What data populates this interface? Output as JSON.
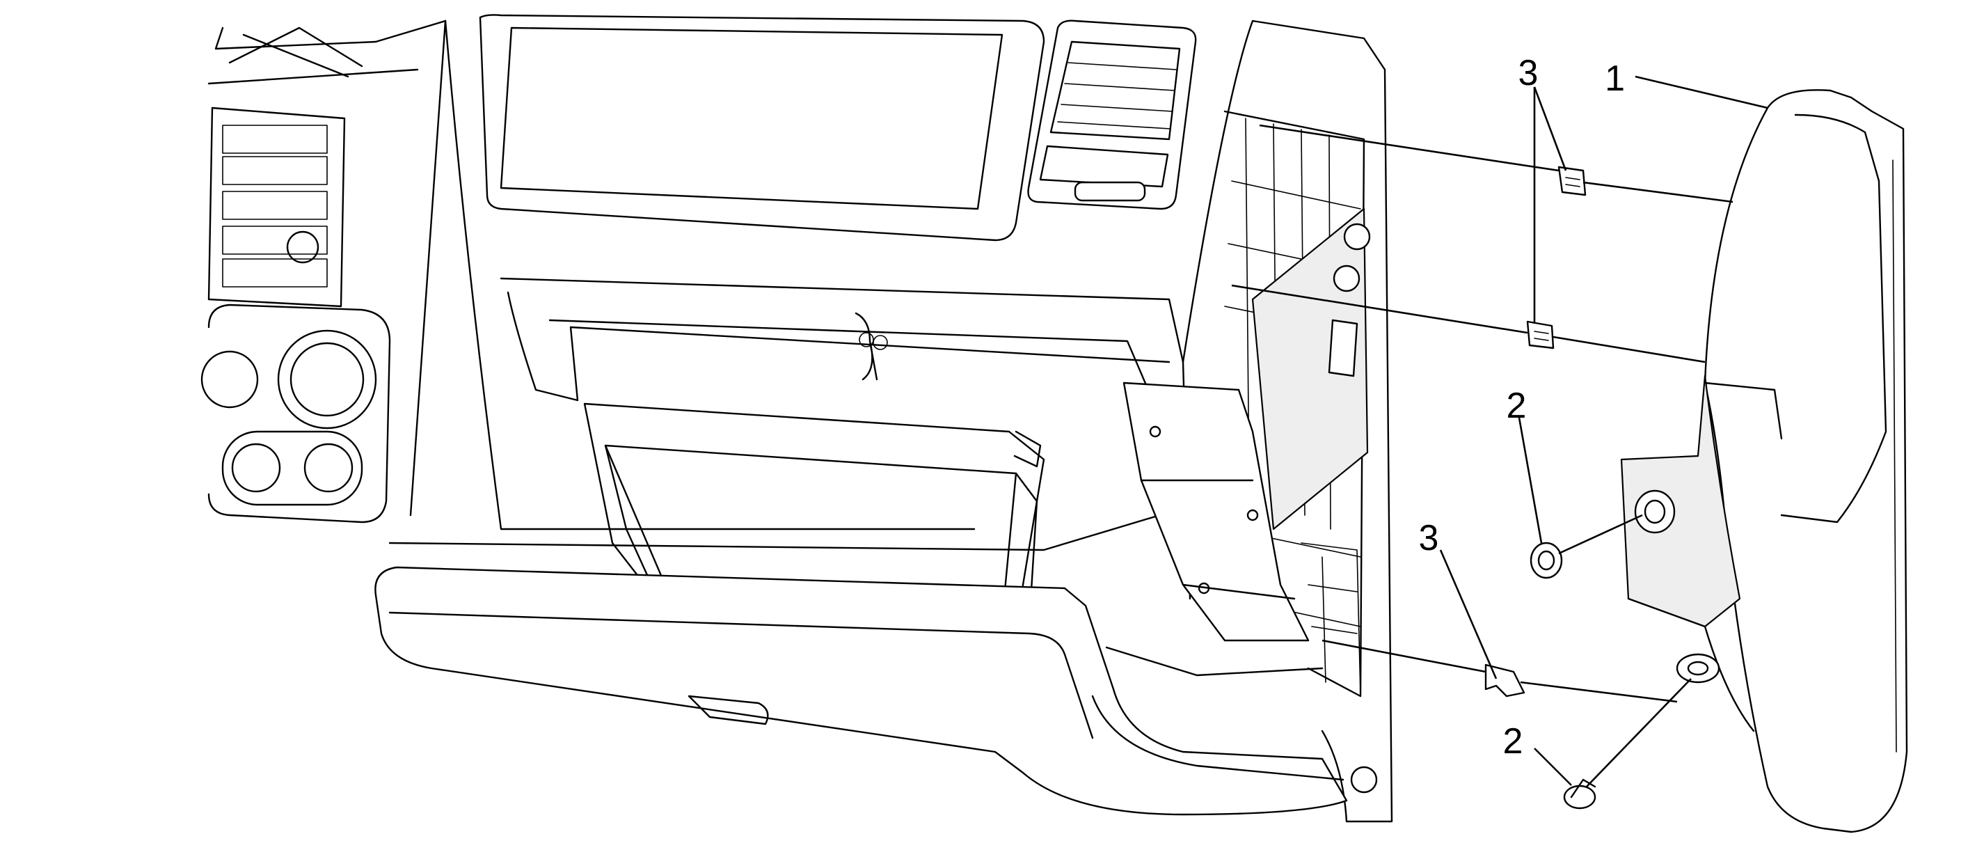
{
  "callouts": [
    {
      "id": "callout-1",
      "label": "1"
    },
    {
      "id": "callout-3-top",
      "label": "3"
    },
    {
      "id": "callout-2-upper",
      "label": "2"
    },
    {
      "id": "callout-3-lower",
      "label": "3"
    },
    {
      "id": "callout-2-lower",
      "label": "2"
    }
  ]
}
